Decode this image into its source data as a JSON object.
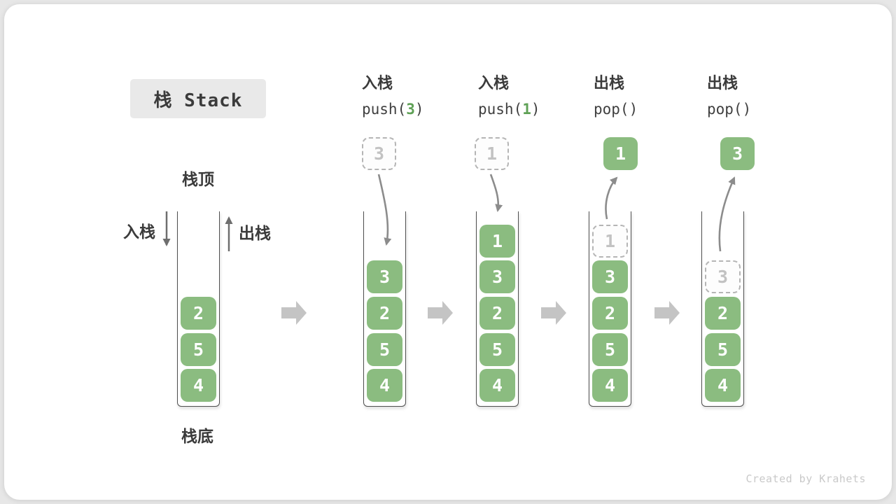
{
  "title": {
    "text": "栈 Stack"
  },
  "legend": {
    "stack_top": "栈顶",
    "stack_bottom": "栈底",
    "push_in": "入栈",
    "pop_out": "出栈"
  },
  "colors": {
    "green": "#8bbc80",
    "green_dark": "#5fa156",
    "text_dark": "#3b3b3b",
    "curve_arrow": "#8c8c8c",
    "straight_arrow": "#6e6e6e",
    "block_arrow": "#c4c4c4",
    "dashed": "#b5b5b5"
  },
  "stages": [
    {
      "name": "initial",
      "items": [
        "2",
        "5",
        "4"
      ]
    },
    {
      "name": "push-3",
      "label_cn": "入栈",
      "code_pre": "push(",
      "code_arg": "3",
      "code_post": ")",
      "float_value": "3",
      "items": [
        "3",
        "2",
        "5",
        "4"
      ]
    },
    {
      "name": "push-1",
      "label_cn": "入栈",
      "code_pre": "push(",
      "code_arg": "1",
      "code_post": ")",
      "float_value": "1",
      "items": [
        "1",
        "3",
        "2",
        "5",
        "4"
      ]
    },
    {
      "name": "pop-1",
      "label_cn": "出栈",
      "code_pre": "pop()",
      "code_arg": "",
      "code_post": "",
      "float_value": "1",
      "placeholder": "1",
      "items": [
        "3",
        "2",
        "5",
        "4"
      ]
    },
    {
      "name": "pop-3",
      "label_cn": "出栈",
      "code_pre": "pop()",
      "code_arg": "",
      "code_post": "",
      "float_value": "3",
      "placeholder": "3",
      "items": [
        "2",
        "5",
        "4"
      ]
    }
  ],
  "watermark": "Created by Krahets"
}
